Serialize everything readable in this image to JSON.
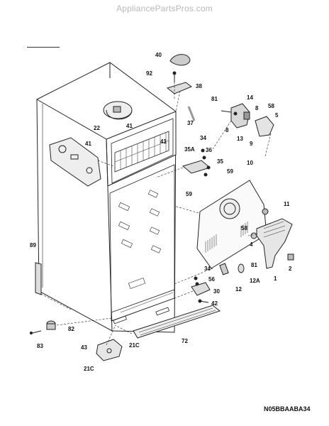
{
  "site_watermark": "AppliancePartsPros.com",
  "diagram_code": "N05BBAABA34",
  "part_labels": [
    "40",
    "92",
    "38",
    "81",
    "14",
    "8",
    "58",
    "5",
    "37",
    "41",
    "22",
    "41",
    "41",
    "34",
    "35A",
    "36",
    "35",
    "59",
    "59",
    "10",
    "13",
    "8",
    "9",
    "11",
    "58",
    "4",
    "89",
    "81",
    "12A",
    "12",
    "34",
    "56",
    "30",
    "42",
    "82",
    "83",
    "43",
    "21C",
    "21C",
    "72",
    "2",
    "1"
  ]
}
